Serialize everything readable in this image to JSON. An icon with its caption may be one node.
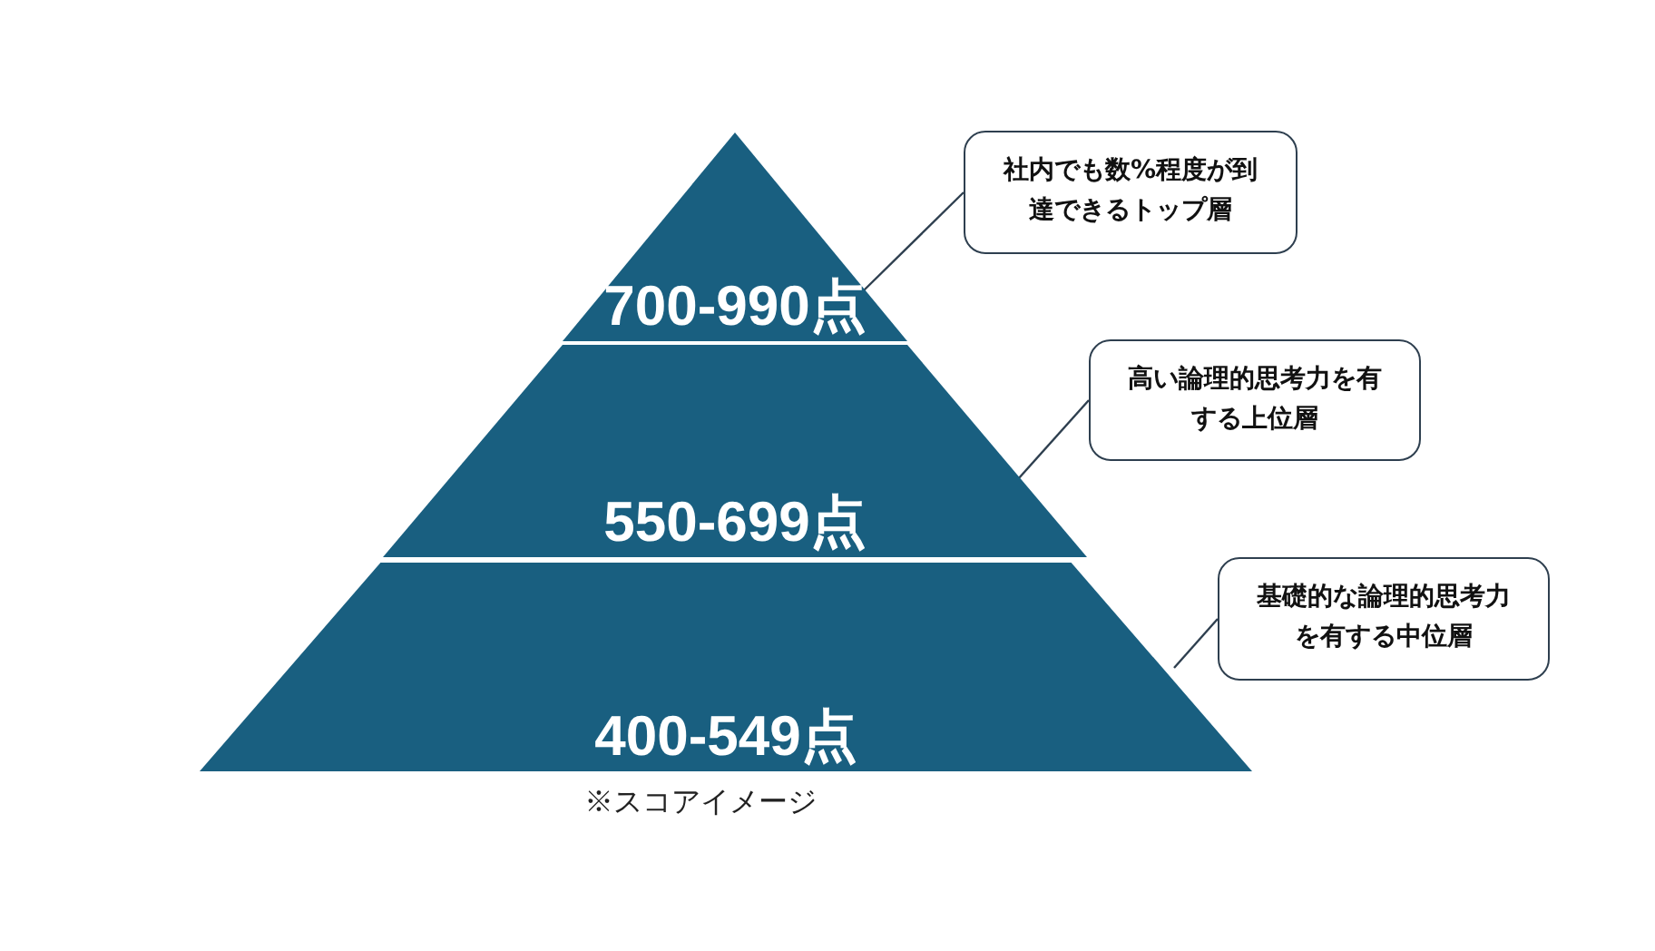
{
  "diagram": {
    "caption": "※スコアイメージ",
    "nodes": [
      {
        "text": [
          "700-990点"
        ]
      },
      {
        "text": [
          "550-699点"
        ]
      },
      {
        "text": [
          "400-549点"
        ]
      },
      {
        "text": [
          "社内でも数%程度が到達できる**トップ層**"
        ]
      },
      {
        "text": [
          "高い論理的思考力を有する**上位層**"
        ]
      },
      {
        "text": [
          "基礎的な論理的思考力を有する**中位層**"
        ]
      }
    ],
    "edges": [
      {
        "from": 3,
        "to": 0,
        "arrow": "none"
      },
      {
        "from": 4,
        "to": 1,
        "arrow": "none"
      },
      {
        "from": 5,
        "to": 2,
        "arrow": "none"
      }
    ]
  }
}
